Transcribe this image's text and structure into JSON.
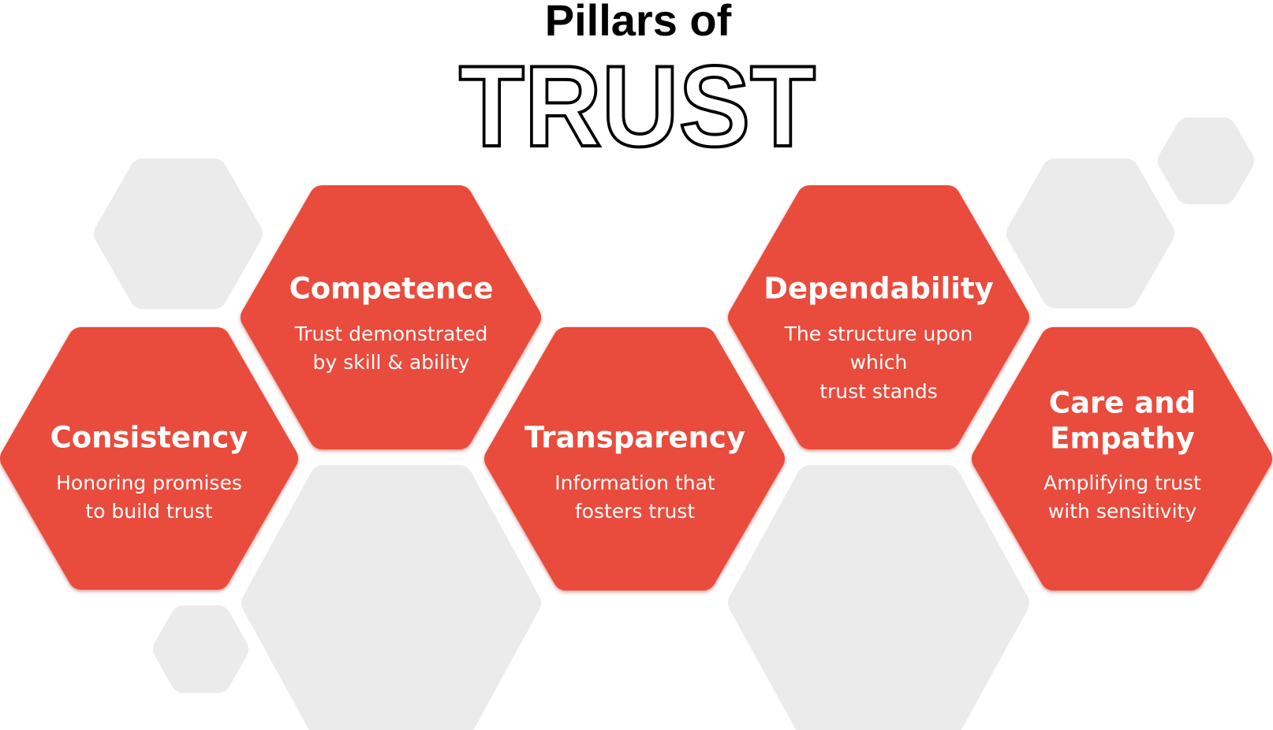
{
  "title": {
    "line1": "Pillars of",
    "line2": "TRUST"
  },
  "colors": {
    "accent": "#e94c3d",
    "placeholder_hex": "#ebebeb",
    "text_on_accent": "#ffffff"
  },
  "pillars": [
    {
      "title": [
        "Consistency"
      ],
      "description": [
        "Honoring promises",
        "to build trust"
      ]
    },
    {
      "title": [
        "Competence"
      ],
      "description": [
        "Trust demonstrated",
        "by skill & ability"
      ]
    },
    {
      "title": [
        "Transparency"
      ],
      "description": [
        "Information that",
        "fosters trust"
      ]
    },
    {
      "title": [
        "Dependability"
      ],
      "description": [
        "The structure upon",
        "which",
        "trust stands"
      ]
    },
    {
      "title": [
        "Care and",
        "Empathy"
      ],
      "description": [
        "Amplifying trust",
        "with sensitivity"
      ]
    }
  ]
}
